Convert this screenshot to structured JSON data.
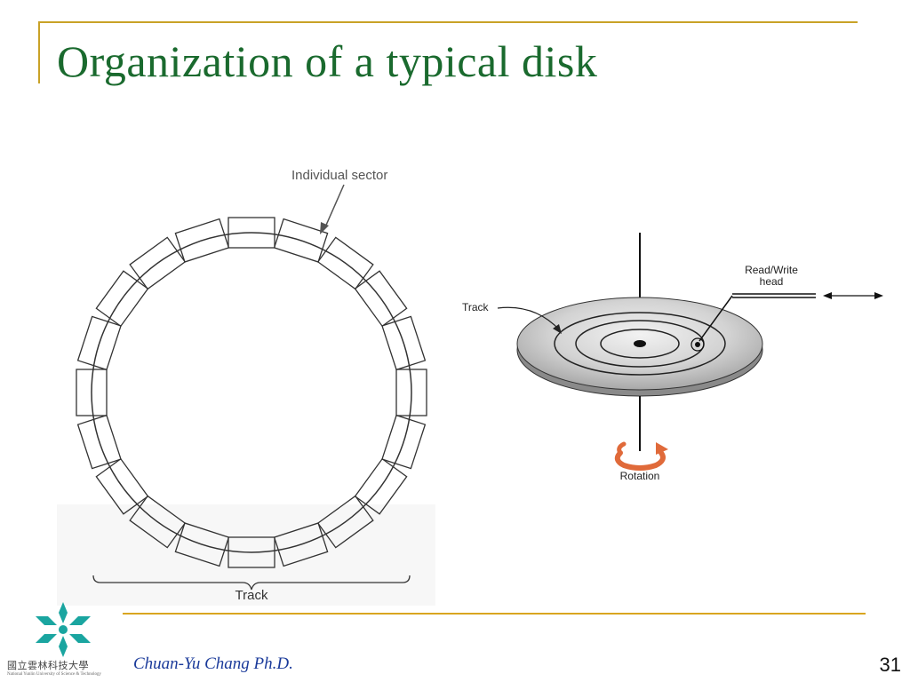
{
  "slide": {
    "title": "Organization of a typical disk",
    "author": "Chuan-Yu Chang Ph.D.",
    "page_number": "31"
  },
  "university": {
    "name_zh": "國立雲林科技大學",
    "name_en": "National Yunlin University of Science & Technology"
  },
  "left_diagram": {
    "sector_label": "Individual sector",
    "track_label": "Track",
    "sector_count": 20
  },
  "right_diagram": {
    "track_label": "Track",
    "head_label_line1": "Read/Write",
    "head_label_line2": "head",
    "rotation_label": "Rotation"
  },
  "colors": {
    "title": "#1a6a2e",
    "accent_gold": "#c9a227",
    "author": "#1a3a9a",
    "logo": "#1aa5a0",
    "rotation_arrow": "#e06a3a"
  }
}
